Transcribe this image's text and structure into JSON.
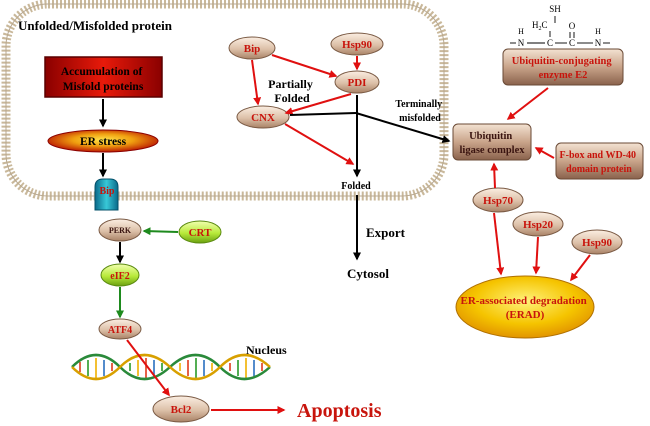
{
  "title": "Unfolded/Misfolded  protein",
  "nodes": {
    "accumulation": [
      "Accumulation of",
      "Misfold proteins"
    ],
    "er_stress": "ER stress",
    "bip_membrane": "Bip",
    "perk": "PERK",
    "crt": "CRT",
    "eif2": "eIF2",
    "atf4": "ATF4",
    "nucleus": "Nucleus",
    "bcl2": "Bcl2",
    "apoptosis": "Apoptosis",
    "bip": "Bip",
    "hsp90_top": "Hsp90",
    "partially_folded": [
      "Partially",
      "Folded"
    ],
    "pdi": "PDI",
    "cnx": "CNX",
    "terminally_misfolded": [
      "Terminally",
      "misfolded"
    ],
    "folded": "Folded",
    "export": "Export",
    "cytosol": "Cytosol",
    "chem_sh": "SH",
    "chem_h2c": "H",
    "chem_h2c_sub": "2",
    "chem_h2c_end": "C",
    "chem_h1": "H",
    "chem_h2": "H",
    "chem_o": "O",
    "chem_n1": "N",
    "chem_n2": "N",
    "chem_c1": "C",
    "chem_c2": "C",
    "e2": [
      "Ubiquitin-conjugating",
      "enzyme E2"
    ],
    "ligase": [
      "Ubiquitin",
      "ligase complex"
    ],
    "fbox": [
      "F-box  and WD-40",
      "domain protein"
    ],
    "hsp70": "Hsp70",
    "hsp20": "Hsp20",
    "hsp90_right": "Hsp90",
    "erad": [
      "ER-associated degradation",
      "(ERAD)"
    ]
  },
  "colors": {
    "red_arrow": "#e01010",
    "green_arrow": "#1e8a1e",
    "black_arrow": "#000000",
    "title_red": "#c8140c"
  }
}
